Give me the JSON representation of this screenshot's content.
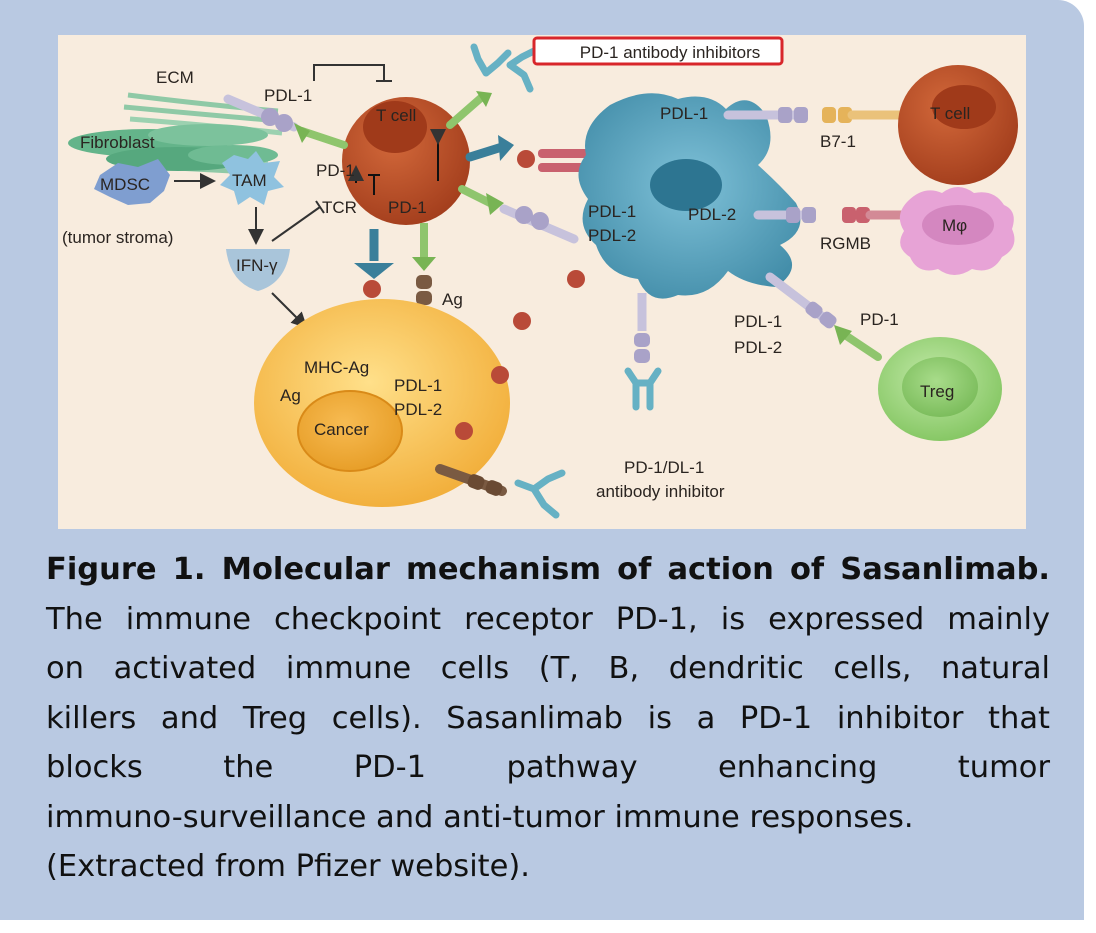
{
  "figure": {
    "callout": "PD-1 antibody inhibitors",
    "labels": {
      "ecm": "ECM",
      "fibroblast": "Fibroblast",
      "mdsc": "MDSC",
      "tam": "TAM",
      "tumor_stroma": "(tumor stroma)",
      "ifn": "IFN-γ",
      "pdl1_top": "PDL-1",
      "tcell_left": "T cell",
      "pd1_a": "PD-1",
      "tcr": "TCR",
      "pd1_b": "PD-1",
      "ag_top": "Ag",
      "mhc_ag": "MHC-Ag",
      "ag_cancer": "Ag",
      "cancer": "Cancer",
      "cancer_pdl1": "PDL-1",
      "cancer_pdl2": "PDL-2",
      "dc_pdl1_top": "PDL-1",
      "dc_pdl1": "PDL-1",
      "dc_pdl2": "PDL-2",
      "dc_pdl2_right": "PDL-2",
      "tcell_right": "T cell",
      "b71": "B7-1",
      "mphi": "Mφ",
      "rgmb": "RGMB",
      "treg_pdl1": "PDL-1",
      "treg_pdl2": "PDL-2",
      "treg_pd1": "PD-1",
      "treg": "Treg",
      "antibody_line1": "PD-1/DL-1",
      "antibody_line2": "antibody inhibitor"
    }
  },
  "caption": {
    "title": "Figure 1. Molecular mechanism of action of Sasanlimab.",
    "lines": [
      "The immune checkpoint receptor PD-1, is expressed mainly",
      "on activated immune cells (T, B, dendritic cells, natural",
      "killers and Treg cells). Sasanlimab is a PD-1 inhibitor that",
      "blocks the PD-1 pathway enhancing tumor",
      "immuno-surveillance and anti-tumor immune responses.",
      "(Extracted from Pfizer website)."
    ]
  },
  "colors": {
    "card_background": "#b9c9e2",
    "figure_background": "#f8ecde",
    "callout_border": "#d8262b",
    "t_cell": "#b34d26",
    "dendritic_cell": "#4f9ab3",
    "cancer_cell": "#f2b340",
    "treg_cell": "#8fce6a",
    "macrophage": "#e7a3d6"
  }
}
